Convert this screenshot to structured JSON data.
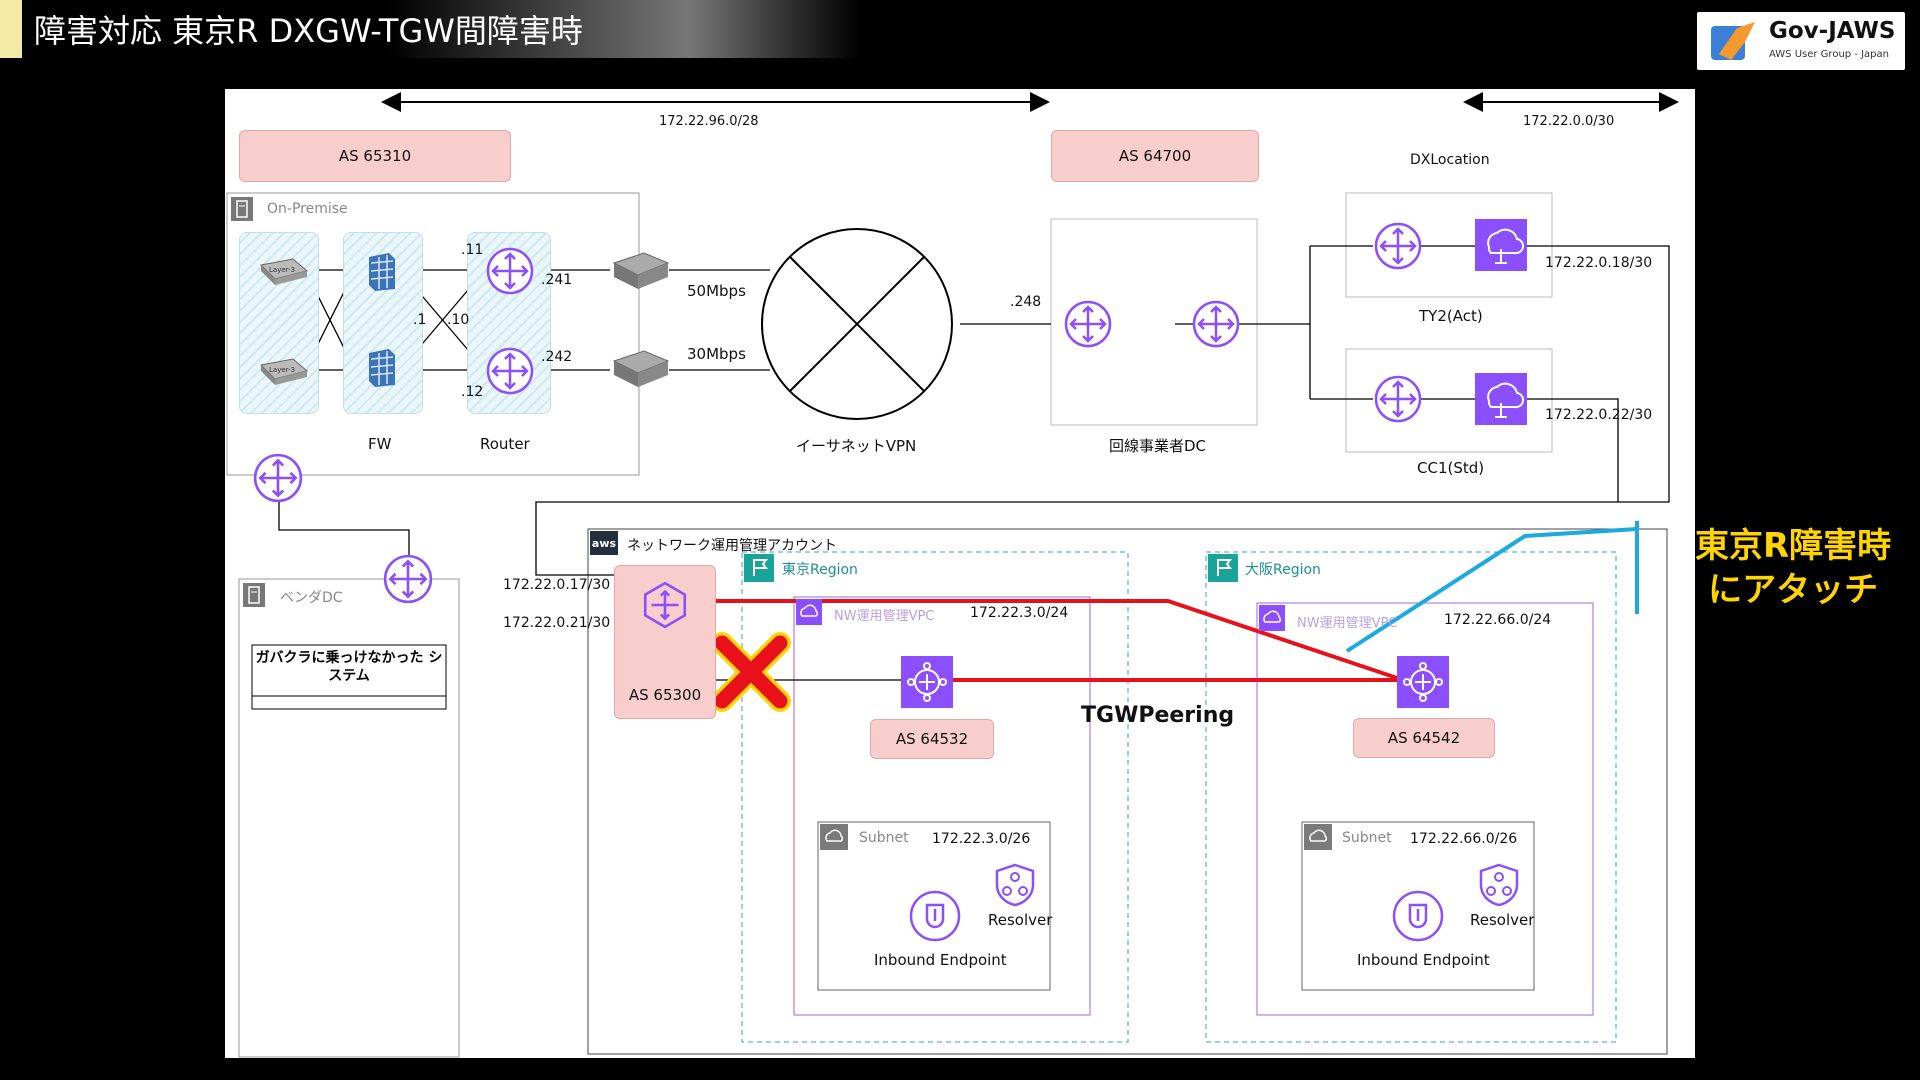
{
  "header": {
    "title": "障害対応 東京R DXGW-TGW間障害時"
  },
  "logo": {
    "name": "Gov-JAWS",
    "sub": "AWS User Group - Japan"
  },
  "diagram": {
    "subnet_top_left": "172.22.96.0/28",
    "subnet_top_right": "172.22.0.0/30",
    "as_onprem": "AS 65310",
    "as_carrier": "AS 64700",
    "as_dxgw": "AS 65300",
    "as_tokyo_tgw": "AS 64532",
    "as_osaka_tgw": "AS 64542",
    "onprem_label": "On-Premise",
    "fw_label": "FW",
    "router_label": "Router",
    "ip_11": ".11",
    "ip_1": ".1",
    "ip_10": ".10",
    "ip_12": ".12",
    "ip_241": ".241",
    "ip_242": ".242",
    "ip_248": ".248",
    "bw_50": "50Mbps",
    "bw_30": "30Mbps",
    "vpn_label": "イーサネットVPN",
    "carrier_dc_label": "回線事業者DC",
    "dxlocation_label": "DXLocation",
    "ty2_label": "TY2(Act)",
    "cc1_label": "CC1(Std)",
    "ip_ty2": "172.22.0.18/30",
    "ip_cc1": "172.22.0.22/30",
    "vendor_dc_label": "ベンダDC",
    "system_label": "ガバクラに乗っけなかった システム",
    "ip_dx_17": "172.22.0.17/30",
    "ip_dx_21": "172.22.0.21/30",
    "account_label": "ネットワーク運用管理アカウント",
    "tokyo_region_label": "東京Region",
    "osaka_region_label": "大阪Region",
    "tokyo_vpc_label": "NW運用管理VPC",
    "tokyo_vpc_cidr": "172.22.3.0/24",
    "osaka_vpc_label": "NW運用管理VPC",
    "osaka_vpc_cidr": "172.22.66.0/24",
    "tgw_peering_label": "TGWPeering",
    "tokyo_subnet_label": "Subnet",
    "tokyo_subnet_cidr": "172.22.3.0/26",
    "osaka_subnet_label": "Subnet",
    "osaka_subnet_cidr": "172.22.66.0/26",
    "resolver_label": "Resolver",
    "inbound_label": "Inbound Endpoint",
    "aws_badge": "aws",
    "layer3_label": "Layer-3"
  },
  "callout": {
    "line1": "東京R障害時",
    "line2": "にアタッチ"
  },
  "colors": {
    "accent_purple": "#8c4fff",
    "fail_red": "#e8111b",
    "highlight_blue": "#1ba9e0",
    "callout_yellow": "#ffd400"
  }
}
